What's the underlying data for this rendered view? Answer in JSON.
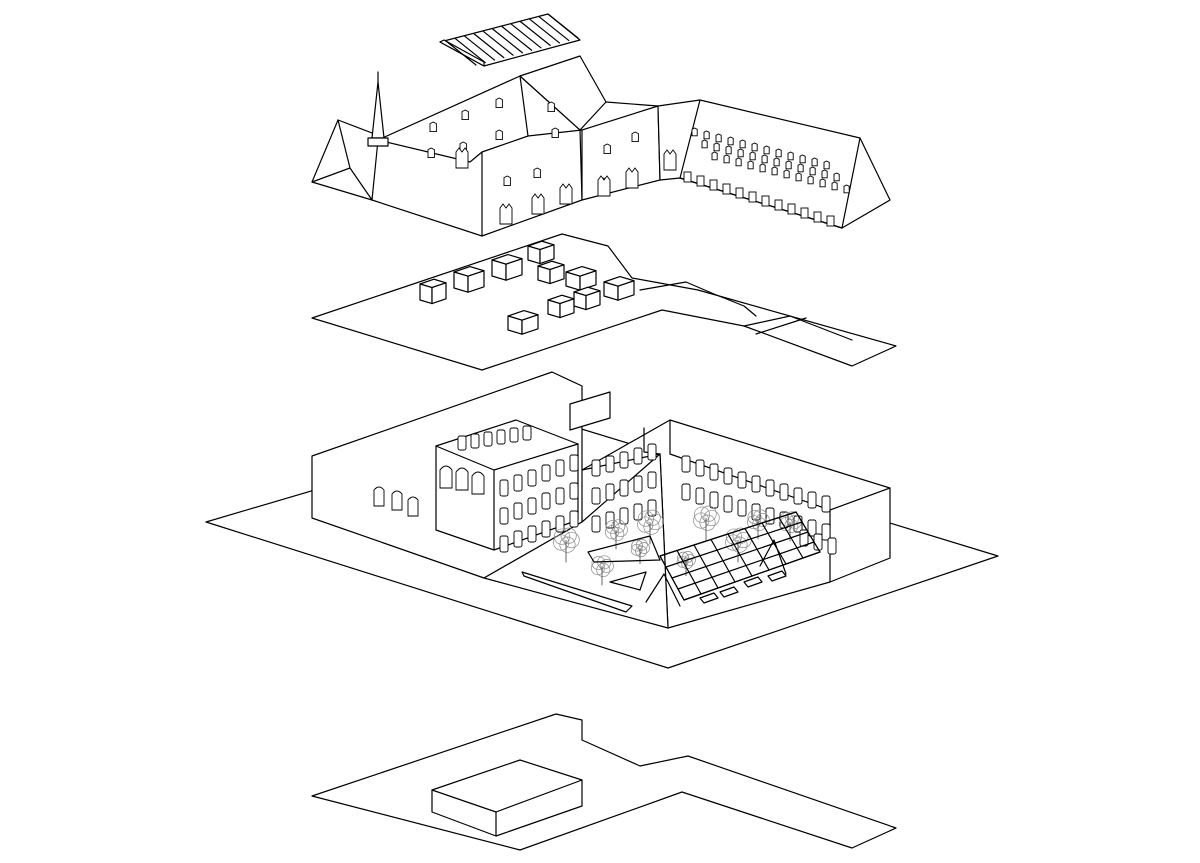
{
  "diagram": {
    "type": "exploded-axonometric",
    "layers": [
      {
        "id": "roof-skylight"
      },
      {
        "id": "roof-and-upper-floor"
      },
      {
        "id": "interior-level"
      },
      {
        "id": "courtyard-building"
      },
      {
        "id": "ground-floor"
      }
    ]
  },
  "colors": {
    "line": "#000000",
    "background": "#ffffff",
    "vegetation": "#8a8a8a"
  }
}
